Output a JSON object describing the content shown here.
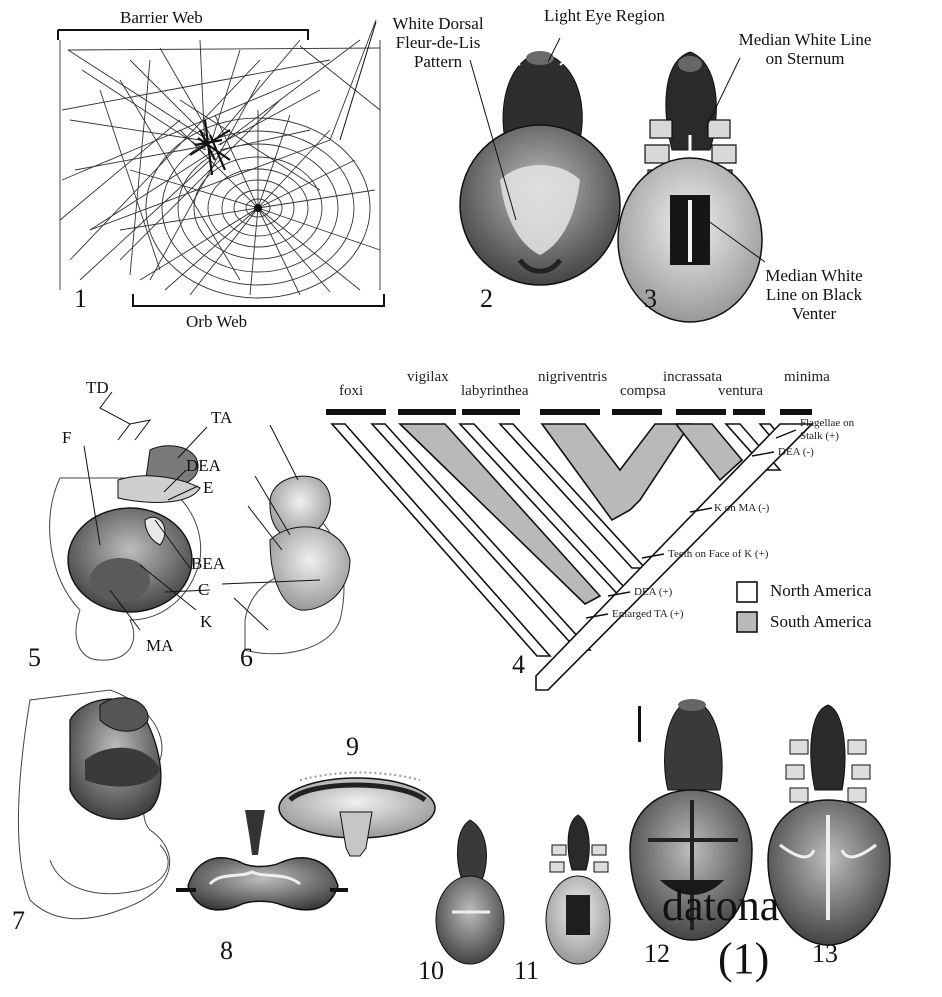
{
  "figure_numbers": {
    "f1": "1",
    "f2": "2",
    "f3": "3",
    "f4": "4",
    "f5": "5",
    "f6": "6",
    "f7": "7",
    "f8": "8",
    "f9": "9",
    "f10": "10",
    "f11": "11",
    "f12": "12",
    "f13": "13"
  },
  "web_panel": {
    "barrier_web": "Barrier Web",
    "orb_web": "Orb Web"
  },
  "spider_callouts": {
    "dorsal_pattern": "White Dorsal Fleur-de-Lis Pattern",
    "eye_region": "Light Eye Region",
    "sternum_line": "Median White Line on Sternum",
    "venter_line": "Median White Line on Black Venter"
  },
  "palp_labels": {
    "td": "TD",
    "ta": "TA",
    "dea": "DEA",
    "e": "E",
    "f": "F",
    "bea": "BEA",
    "c": "C",
    "k": "K",
    "ma": "MA"
  },
  "cladogram": {
    "taxa": [
      "foxi",
      "vigilax",
      "labyrinthea",
      "nigriventris",
      "compsa",
      "incrassata",
      "ventura",
      "minima"
    ],
    "characters": [
      "Flagellae on Stalk (+)",
      "DEA (-)",
      "K on MA (-)",
      "Teeth on Face of K (+)",
      "DEA (+)",
      "Enlarged TA (+)"
    ],
    "legend": [
      {
        "label": "North America",
        "color": "#ffffff"
      },
      {
        "label": "South America",
        "color": "#b9b9b9"
      }
    ]
  },
  "species": {
    "name": "datona",
    "count": "(1)"
  }
}
